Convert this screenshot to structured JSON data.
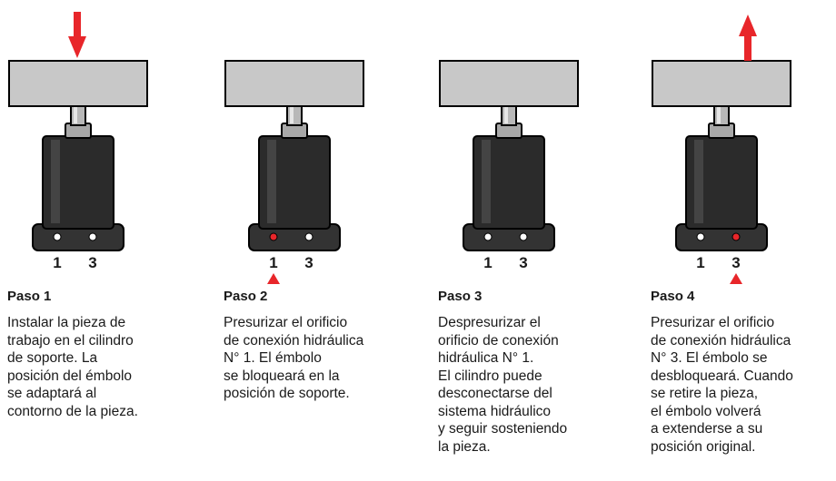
{
  "colors": {
    "arrow": "#e8262a",
    "port_pressurized": "#e8262a",
    "port_open": "#ffffff",
    "workpiece": "#c8c8c8",
    "cylinder_body": "#2b2b2b",
    "plunger": "#b8b8b8"
  },
  "steps": [
    {
      "title": "Paso 1",
      "description": "Instalar la pieza de\ntrabajo en el cilindro\nde soporte. La\nposición del émbolo\nse adaptará al\ncontorno de la pieza.",
      "port_labels": [
        "1",
        "3"
      ],
      "workpiece_arrow": "down",
      "pressurized_port": null
    },
    {
      "title": "Paso 2",
      "description": "Presurizar el orificio\nde conexión hidráulica\nN° 1.  El émbolo\nse bloqueará en la\nposición de soporte.",
      "port_labels": [
        "1",
        "3"
      ],
      "workpiece_arrow": null,
      "pressurized_port": "1"
    },
    {
      "title": "Paso 3",
      "description": "Despresurizar el\norificio de conexión\nhidráulica N° 1.\nEl cilindro puede\ndesconectarse del\nsistema hidráulico\ny seguir sosteniendo\nla pieza.",
      "port_labels": [
        "1",
        "3"
      ],
      "workpiece_arrow": null,
      "pressurized_port": null
    },
    {
      "title": "Paso 4",
      "description": "Presurizar el orificio\nde conexión hidráulica\nN° 3. El émbolo se\ndesbloqueará. Cuando\nse retire la pieza,\nel émbolo volverá\na extenderse a su\nposición original.",
      "port_labels": [
        "1",
        "3"
      ],
      "workpiece_arrow": "up",
      "pressurized_port": "3"
    }
  ]
}
